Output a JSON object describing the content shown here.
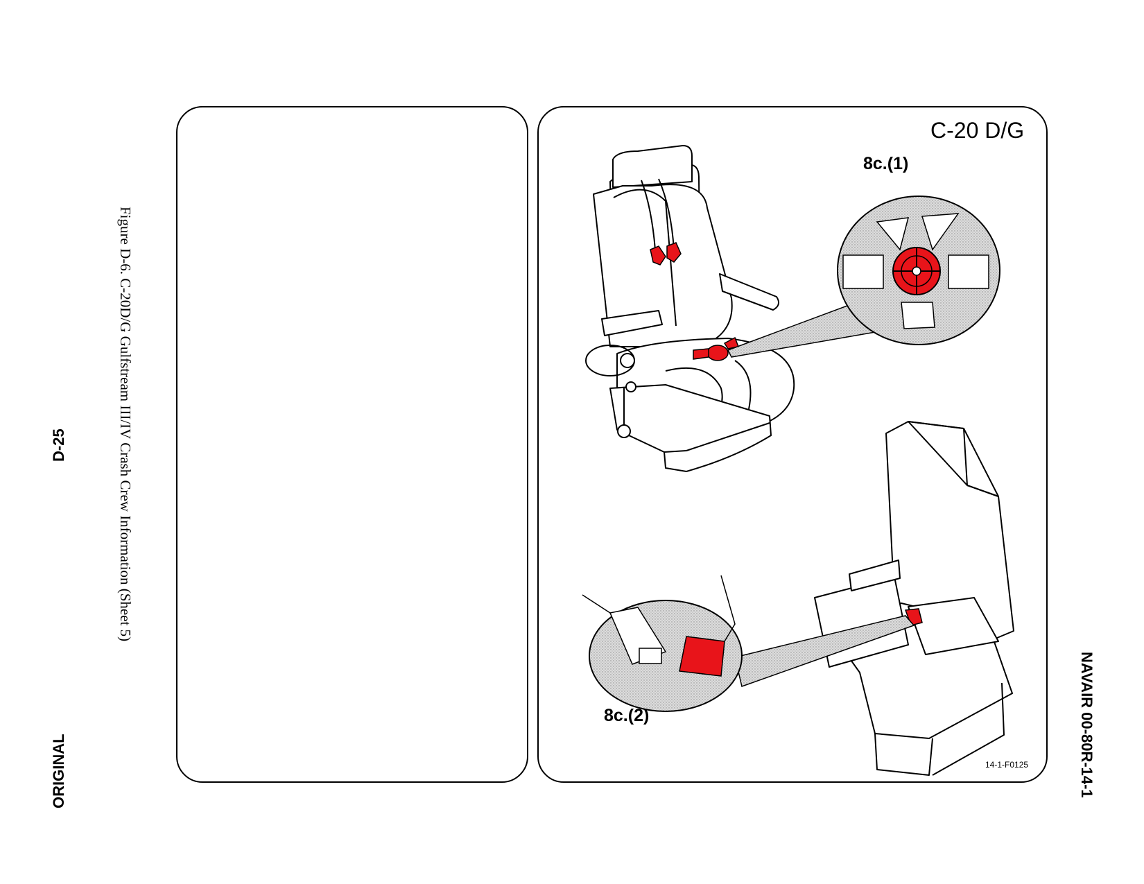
{
  "page": {
    "page_number": "D-25",
    "edition": "ORIGINAL",
    "caption": "Figure D-6.  C-20D/G Gulfstream III/IV Crash Crew Information (Sheet 5)",
    "doc_number": "NAVAIR 00-80R-14-1"
  },
  "figure": {
    "aircraft_model": "C-20 D/G",
    "step_1_label": "8c.(1)",
    "step_2_label": "8c.(2)",
    "figure_id": "14-1-F0125"
  },
  "colors": {
    "highlight": "#e8141a",
    "stipple": "#cfcfcf",
    "line": "#000000"
  }
}
